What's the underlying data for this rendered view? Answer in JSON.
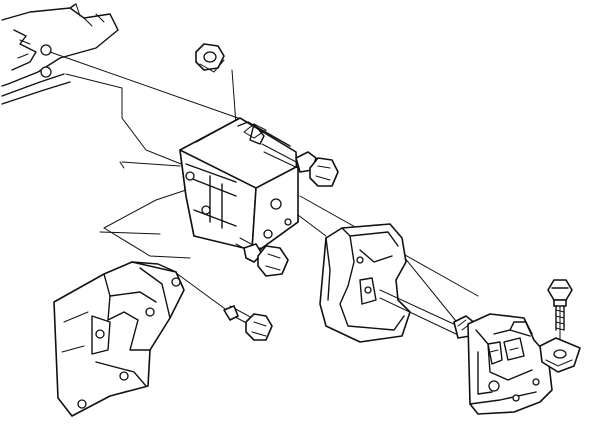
{
  "diagram": {
    "type": "exploded-assembly-line-drawing",
    "labels": [],
    "components": [
      "frame-rail",
      "nut",
      "upper-bracket",
      "bracket-bolt",
      "lower-bolt",
      "mount-plate",
      "plate-bolt",
      "rubber-insulator",
      "insulator-stud",
      "transmission-bracket",
      "vertical-bolt",
      "lock-washer"
    ],
    "colors": {
      "line": "#111111",
      "background": "#ffffff"
    }
  }
}
